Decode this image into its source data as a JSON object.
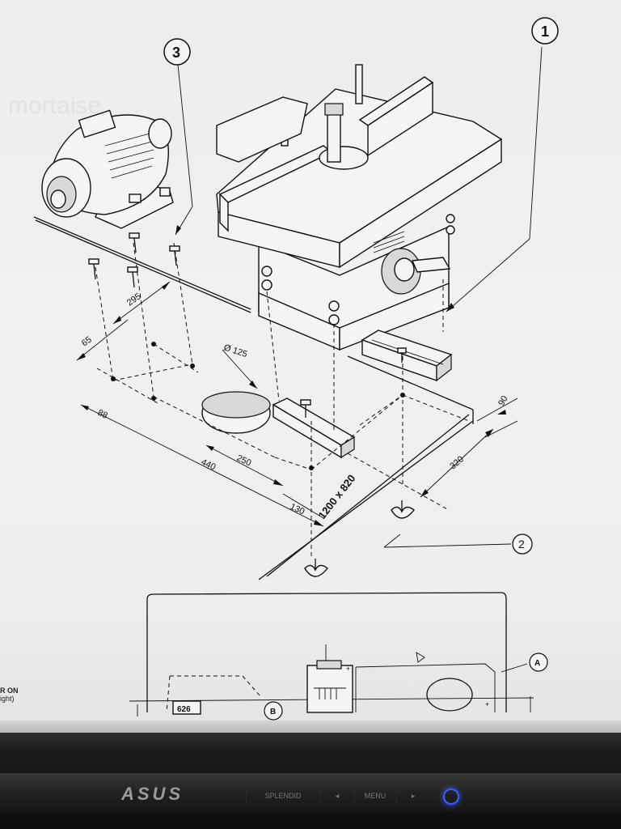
{
  "callouts": {
    "c1": "1",
    "c2": "2",
    "c3": "3",
    "cA": "A",
    "cB": "B"
  },
  "dimensions": {
    "d295": "295",
    "d65": "65",
    "d88": "88",
    "d440": "440",
    "d250": "250",
    "d130": "130",
    "d125": "Ø 125",
    "d320": "320",
    "d90": "90",
    "table_size": "1200 x 820",
    "d626": "626"
  },
  "edge_text": {
    "line1": "R ON",
    "line2": "ight)"
  },
  "monitor": {
    "brand": "ASUS",
    "buttons": [
      "SPLENDID",
      "MENU"
    ],
    "power_color": "#3a5cff"
  }
}
